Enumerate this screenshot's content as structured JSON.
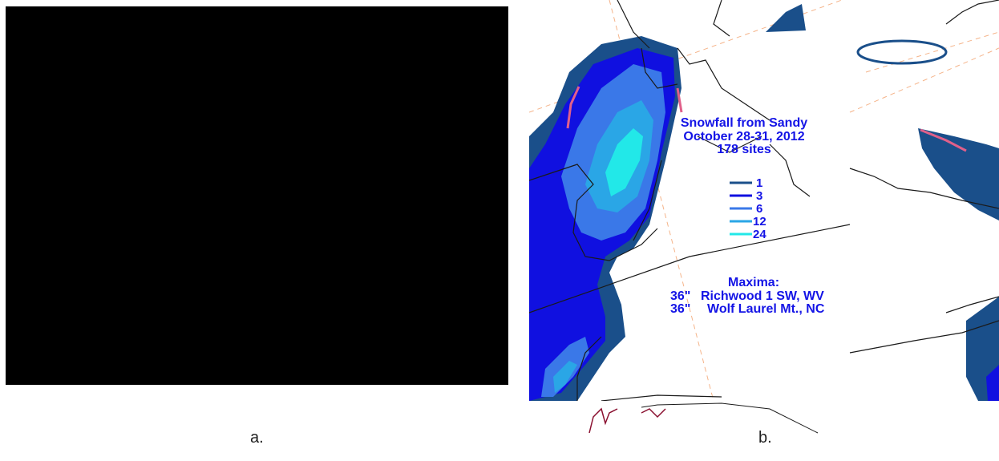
{
  "panel_a": {
    "caption": "a."
  },
  "panel_b": {
    "caption": "b.",
    "title_lines": [
      "Snowfall from Sandy",
      "October 28-31, 2012",
      "178 sites"
    ],
    "legend": [
      {
        "label": "1",
        "color": "#1a4f8a"
      },
      {
        "label": "3",
        "color": "#1010e0"
      },
      {
        "label": "6",
        "color": "#3a78e8"
      },
      {
        "label": "12",
        "color": "#2aa6e6"
      },
      {
        "label": "24",
        "color": "#22e8e8"
      }
    ],
    "maxima_title": "Maxima:",
    "maxima": [
      {
        "amount": "36\"",
        "location": "Richwood 1 SW, WV"
      },
      {
        "amount": "36\"",
        "location": "Wolf Laurel Mt., NC"
      }
    ],
    "colors": {
      "label_text": "#1414e6",
      "dashed_lines": "#f5b48a",
      "outline": "#1a1a1a",
      "fringe": "#e0608a"
    }
  }
}
